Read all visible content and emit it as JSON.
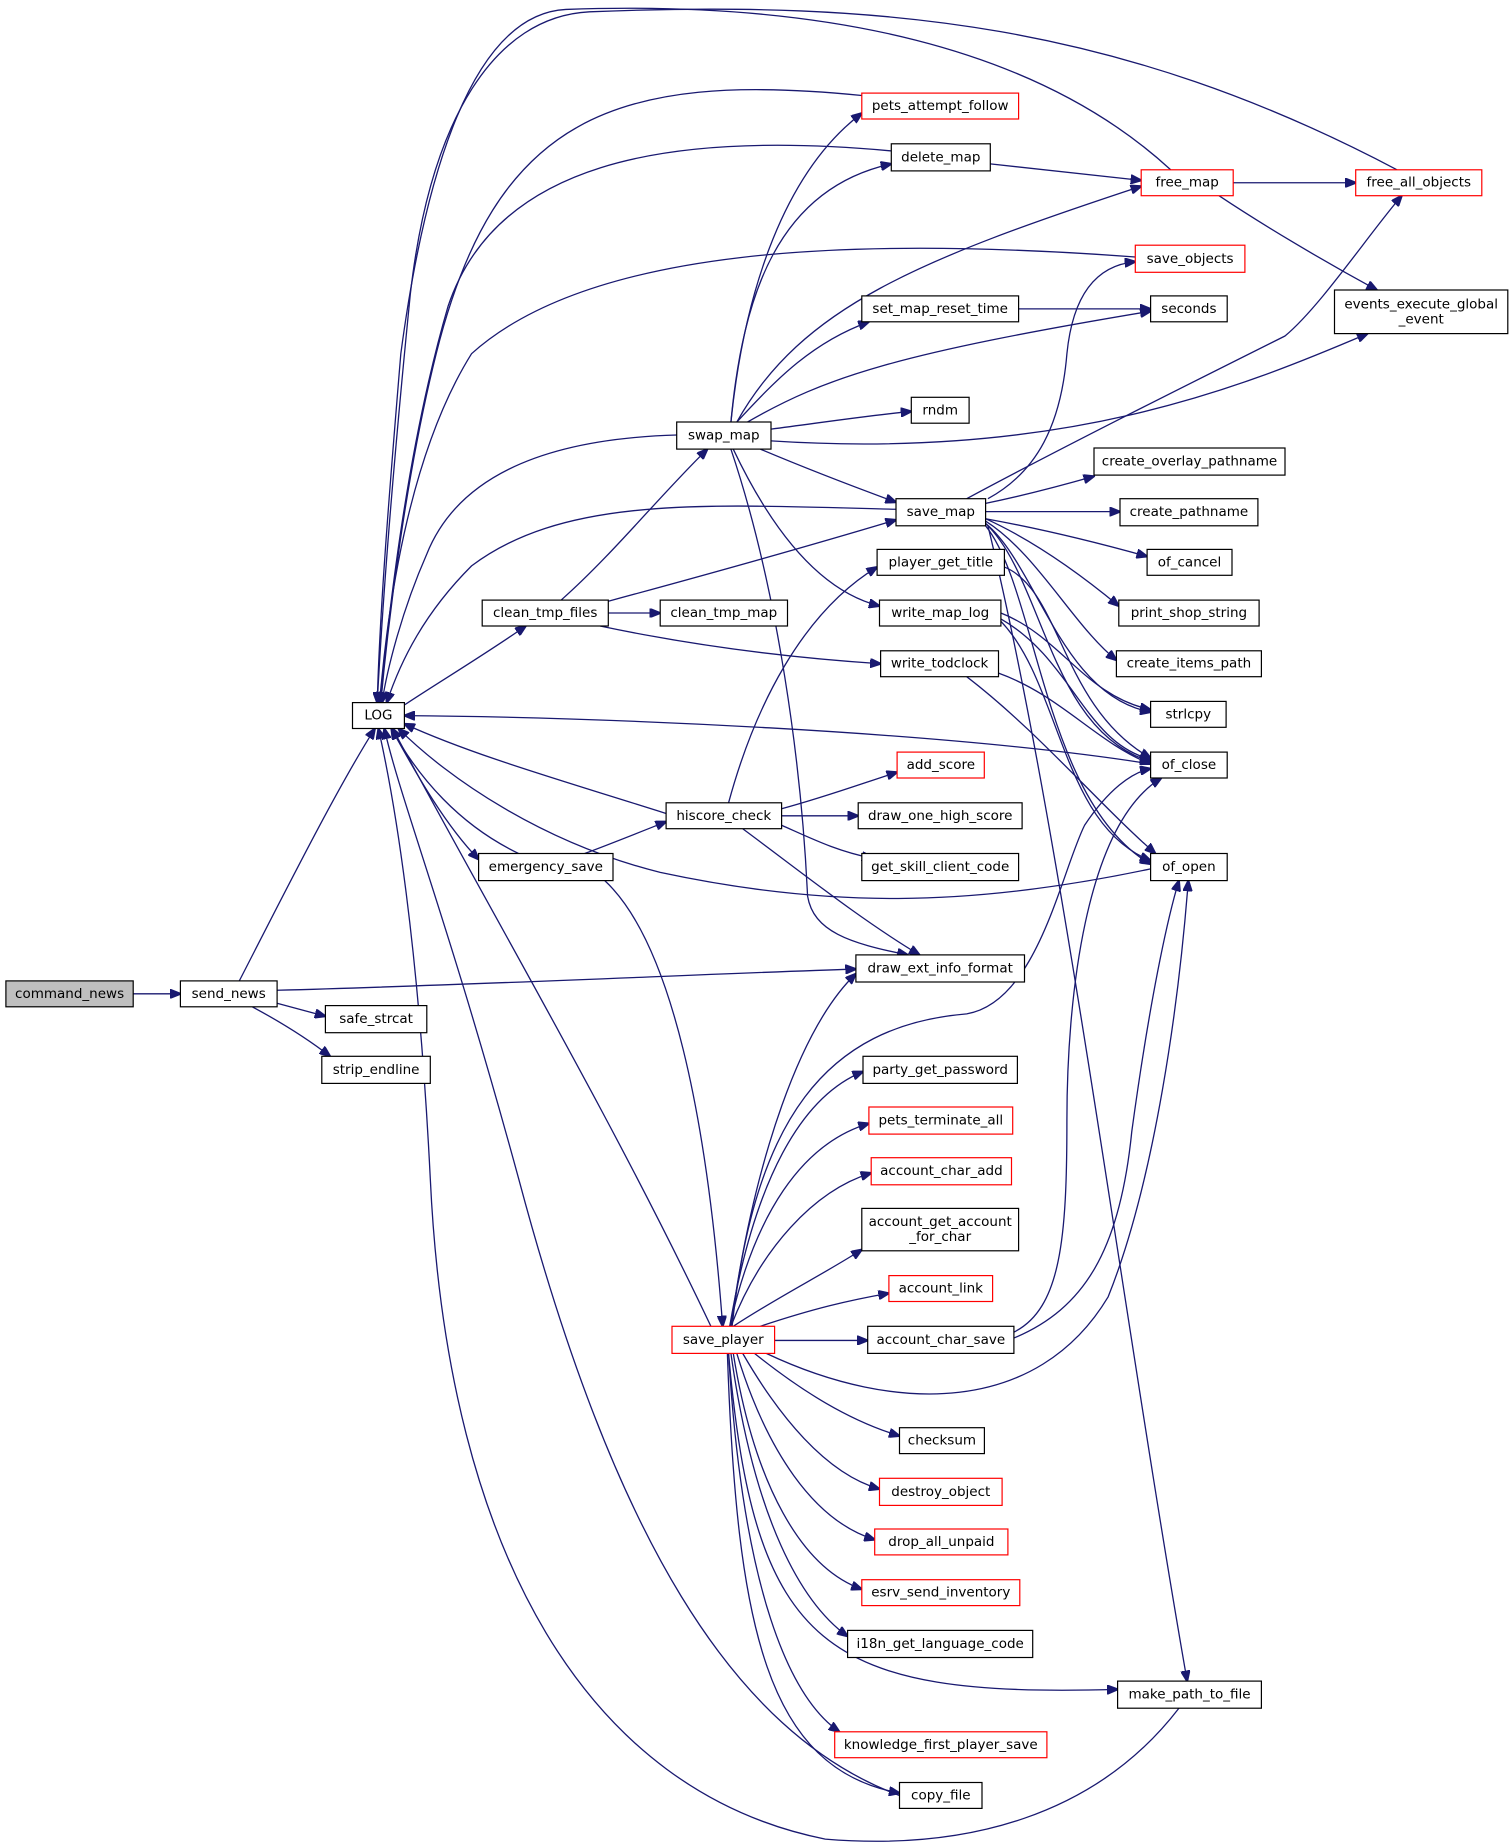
{
  "diagram": {
    "nodes": [
      {
        "id": "command_news",
        "label": "command_news",
        "style": "root"
      },
      {
        "id": "send_news",
        "label": "send_news",
        "style": "normal"
      },
      {
        "id": "LOG",
        "label": "LOG",
        "style": "normal"
      },
      {
        "id": "safe_strcat",
        "label": "safe_strcat",
        "style": "normal"
      },
      {
        "id": "strip_endline",
        "label": "strip_endline",
        "style": "normal"
      },
      {
        "id": "clean_tmp_files",
        "label": "clean_tmp_files",
        "style": "normal"
      },
      {
        "id": "emergency_save",
        "label": "emergency_save",
        "style": "normal"
      },
      {
        "id": "swap_map",
        "label": "swap_map",
        "style": "normal"
      },
      {
        "id": "clean_tmp_map",
        "label": "clean_tmp_map",
        "style": "normal"
      },
      {
        "id": "hiscore_check",
        "label": "hiscore_check",
        "style": "normal"
      },
      {
        "id": "save_player",
        "label": "save_player",
        "style": "red"
      },
      {
        "id": "pets_attempt_follow",
        "label": "pets_attempt_follow",
        "style": "red"
      },
      {
        "id": "delete_map",
        "label": "delete_map",
        "style": "normal"
      },
      {
        "id": "set_map_reset_time",
        "label": "set_map_reset_time",
        "style": "normal"
      },
      {
        "id": "rndm",
        "label": "rndm",
        "style": "normal"
      },
      {
        "id": "save_map",
        "label": "save_map",
        "style": "normal"
      },
      {
        "id": "player_get_title",
        "label": "player_get_title",
        "style": "normal"
      },
      {
        "id": "write_map_log",
        "label": "write_map_log",
        "style": "normal"
      },
      {
        "id": "write_todclock",
        "label": "write_todclock",
        "style": "normal"
      },
      {
        "id": "add_score",
        "label": "add_score",
        "style": "red"
      },
      {
        "id": "draw_one_high_score",
        "label": "draw_one_high_score",
        "style": "normal"
      },
      {
        "id": "get_skill_client_code",
        "label": "get_skill_client_code",
        "style": "normal"
      },
      {
        "id": "draw_ext_info_format",
        "label": "draw_ext_info_format",
        "style": "normal"
      },
      {
        "id": "party_get_password",
        "label": "party_get_password",
        "style": "normal"
      },
      {
        "id": "pets_terminate_all",
        "label": "pets_terminate_all",
        "style": "red"
      },
      {
        "id": "account_char_add",
        "label": "account_char_add",
        "style": "red"
      },
      {
        "id": "account_get_account_for_char",
        "label": "account_get_account\n_for_char",
        "style": "normal"
      },
      {
        "id": "account_link",
        "label": "account_link",
        "style": "red"
      },
      {
        "id": "account_char_save",
        "label": "account_char_save",
        "style": "normal"
      },
      {
        "id": "checksum",
        "label": "checksum",
        "style": "normal"
      },
      {
        "id": "destroy_object",
        "label": "destroy_object",
        "style": "red"
      },
      {
        "id": "drop_all_unpaid",
        "label": "drop_all_unpaid",
        "style": "red"
      },
      {
        "id": "esrv_send_inventory",
        "label": "esrv_send_inventory",
        "style": "red"
      },
      {
        "id": "i18n_get_language_code",
        "label": "i18n_get_language_code",
        "style": "normal"
      },
      {
        "id": "knowledge_first_player_save",
        "label": "knowledge_first_player_save",
        "style": "red"
      },
      {
        "id": "copy_file",
        "label": "copy_file",
        "style": "normal"
      },
      {
        "id": "free_map",
        "label": "free_map",
        "style": "red"
      },
      {
        "id": "save_objects",
        "label": "save_objects",
        "style": "red"
      },
      {
        "id": "seconds",
        "label": "seconds",
        "style": "normal"
      },
      {
        "id": "create_overlay_pathname",
        "label": "create_overlay_pathname",
        "style": "normal"
      },
      {
        "id": "create_pathname",
        "label": "create_pathname",
        "style": "normal"
      },
      {
        "id": "of_cancel",
        "label": "of_cancel",
        "style": "normal"
      },
      {
        "id": "print_shop_string",
        "label": "print_shop_string",
        "style": "normal"
      },
      {
        "id": "create_items_path",
        "label": "create_items_path",
        "style": "normal"
      },
      {
        "id": "strlcpy",
        "label": "strlcpy",
        "style": "normal"
      },
      {
        "id": "of_close",
        "label": "of_close",
        "style": "normal"
      },
      {
        "id": "of_open",
        "label": "of_open",
        "style": "normal"
      },
      {
        "id": "make_path_to_file",
        "label": "make_path_to_file",
        "style": "normal"
      },
      {
        "id": "free_all_objects",
        "label": "free_all_objects",
        "style": "red"
      },
      {
        "id": "events_execute_global_event",
        "label": "events_execute_global\n_event",
        "style": "normal"
      }
    ],
    "edges": [
      [
        "command_news",
        "send_news"
      ],
      [
        "send_news",
        "LOG"
      ],
      [
        "send_news",
        "safe_strcat"
      ],
      [
        "send_news",
        "strip_endline"
      ],
      [
        "send_news",
        "draw_ext_info_format"
      ],
      [
        "LOG",
        "clean_tmp_files"
      ],
      [
        "LOG",
        "emergency_save"
      ],
      [
        "swap_map",
        "LOG"
      ],
      [
        "save_map",
        "LOG"
      ],
      [
        "hiscore_check",
        "LOG"
      ],
      [
        "emergency_save",
        "LOG"
      ],
      [
        "save_player",
        "LOG"
      ],
      [
        "pets_attempt_follow",
        "LOG"
      ],
      [
        "delete_map",
        "LOG"
      ],
      [
        "free_map",
        "LOG"
      ],
      [
        "save_objects",
        "LOG"
      ],
      [
        "free_all_objects",
        "LOG"
      ],
      [
        "of_close",
        "LOG"
      ],
      [
        "of_open",
        "LOG"
      ],
      [
        "copy_file",
        "LOG"
      ],
      [
        "make_path_to_file",
        "LOG"
      ],
      [
        "clean_tmp_files",
        "swap_map"
      ],
      [
        "clean_tmp_files",
        "clean_tmp_map"
      ],
      [
        "clean_tmp_files",
        "save_map"
      ],
      [
        "clean_tmp_files",
        "write_todclock"
      ],
      [
        "emergency_save",
        "hiscore_check"
      ],
      [
        "emergency_save",
        "save_player"
      ],
      [
        "swap_map",
        "pets_attempt_follow"
      ],
      [
        "swap_map",
        "delete_map"
      ],
      [
        "swap_map",
        "free_map"
      ],
      [
        "swap_map",
        "set_map_reset_time"
      ],
      [
        "swap_map",
        "seconds"
      ],
      [
        "swap_map",
        "rndm"
      ],
      [
        "swap_map",
        "events_execute_global_event"
      ],
      [
        "swap_map",
        "save_map"
      ],
      [
        "swap_map",
        "write_map_log"
      ],
      [
        "swap_map",
        "draw_ext_info_format"
      ],
      [
        "delete_map",
        "free_map"
      ],
      [
        "set_map_reset_time",
        "seconds"
      ],
      [
        "free_map",
        "free_all_objects"
      ],
      [
        "free_map",
        "events_execute_global_event"
      ],
      [
        "save_map",
        "save_objects"
      ],
      [
        "save_map",
        "free_all_objects"
      ],
      [
        "save_map",
        "create_overlay_pathname"
      ],
      [
        "save_map",
        "create_pathname"
      ],
      [
        "save_map",
        "of_cancel"
      ],
      [
        "save_map",
        "print_shop_string"
      ],
      [
        "save_map",
        "create_items_path"
      ],
      [
        "save_map",
        "strlcpy"
      ],
      [
        "save_map",
        "of_close"
      ],
      [
        "save_map",
        "of_open"
      ],
      [
        "save_map",
        "make_path_to_file"
      ],
      [
        "player_get_title",
        "of_close"
      ],
      [
        "write_map_log",
        "strlcpy"
      ],
      [
        "write_map_log",
        "of_close"
      ],
      [
        "write_map_log",
        "of_open"
      ],
      [
        "write_todclock",
        "of_close"
      ],
      [
        "write_todclock",
        "of_open"
      ],
      [
        "hiscore_check",
        "player_get_title"
      ],
      [
        "hiscore_check",
        "add_score"
      ],
      [
        "hiscore_check",
        "draw_one_high_score"
      ],
      [
        "hiscore_check",
        "get_skill_client_code"
      ],
      [
        "hiscore_check",
        "draw_ext_info_format"
      ],
      [
        "save_player",
        "draw_ext_info_format"
      ],
      [
        "save_player",
        "of_close"
      ],
      [
        "save_player",
        "party_get_password"
      ],
      [
        "save_player",
        "pets_terminate_all"
      ],
      [
        "save_player",
        "account_char_add"
      ],
      [
        "save_player",
        "account_get_account_for_char"
      ],
      [
        "save_player",
        "account_link"
      ],
      [
        "save_player",
        "account_char_save"
      ],
      [
        "save_player",
        "of_open"
      ],
      [
        "save_player",
        "checksum"
      ],
      [
        "save_player",
        "destroy_object"
      ],
      [
        "save_player",
        "drop_all_unpaid"
      ],
      [
        "save_player",
        "esrv_send_inventory"
      ],
      [
        "save_player",
        "i18n_get_language_code"
      ],
      [
        "save_player",
        "make_path_to_file"
      ],
      [
        "save_player",
        "knowledge_first_player_save"
      ],
      [
        "save_player",
        "copy_file"
      ],
      [
        "account_char_save",
        "of_close"
      ],
      [
        "account_char_save",
        "of_open"
      ]
    ]
  }
}
